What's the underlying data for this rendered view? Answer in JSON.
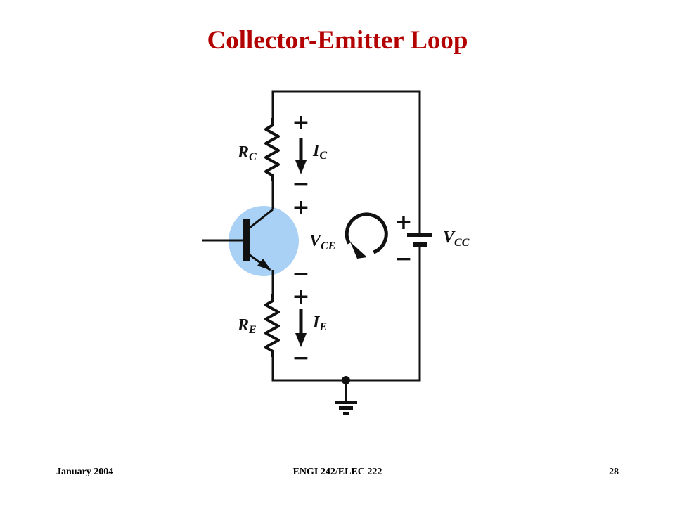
{
  "title": "Collector-Emitter Loop",
  "labels": {
    "rc_main": "R",
    "rc_sub": "C",
    "ic_main": "I",
    "ic_sub": "C",
    "re_main": "R",
    "re_sub": "E",
    "ie_main": "I",
    "ie_sub": "E",
    "vce_main": "V",
    "vce_sub": "CE",
    "vcc_main": "V",
    "vcc_sub": "CC",
    "plus": "+",
    "minus": "−"
  },
  "colors": {
    "title": "#b30000",
    "transistor_highlight": "#a9d1f5",
    "wire": "#111111"
  },
  "footer": {
    "left": "January 2004",
    "center": "ENGI 242/ELEC 222",
    "right": "28"
  }
}
